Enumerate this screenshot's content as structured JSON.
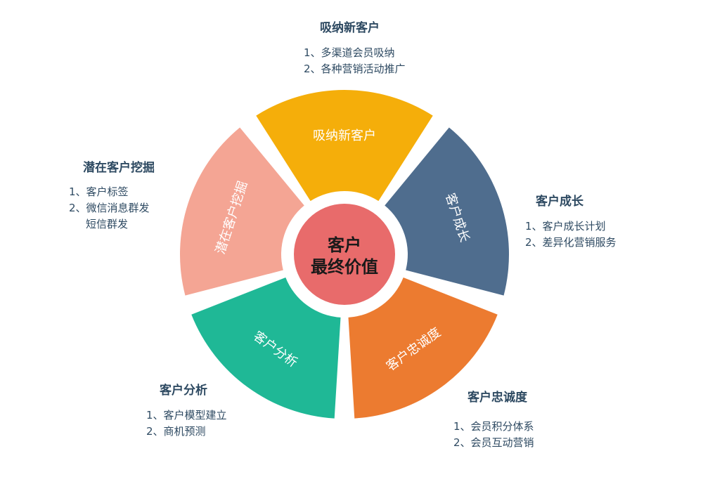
{
  "center": {
    "line1": "客户",
    "line2": "最终价值"
  },
  "segments": [
    {
      "label": "吸纳新客户",
      "color": "#f5ae0a"
    },
    {
      "label": "客户成长",
      "color": "#4f6d8e"
    },
    {
      "label": "客户忠诚度",
      "color": "#ec7b30"
    },
    {
      "label": "客户分析",
      "color": "#1fb896"
    },
    {
      "label": "潜在客户挖掘",
      "color": "#f4a594"
    }
  ],
  "hub_color": "#e86b6b",
  "callouts": {
    "acquire": {
      "title": "吸纳新客户",
      "items": [
        "1、多渠道会员吸纳",
        "2、各种营销活动推广"
      ]
    },
    "growth": {
      "title": "客户成长",
      "items": [
        "1、客户成长计划",
        "2、差异化营销服务"
      ]
    },
    "loyalty": {
      "title": "客户忠诚度",
      "items": [
        "1、会员积分体系",
        "2、会员互动营销"
      ]
    },
    "analysis": {
      "title": "客户分析",
      "items": [
        "1、客户模型建立",
        "2、商机预测"
      ]
    },
    "potential": {
      "title": "潜在客户挖掘",
      "items": [
        "1、客户标签",
        "2、微信消息群发",
        "短信群发"
      ]
    }
  }
}
